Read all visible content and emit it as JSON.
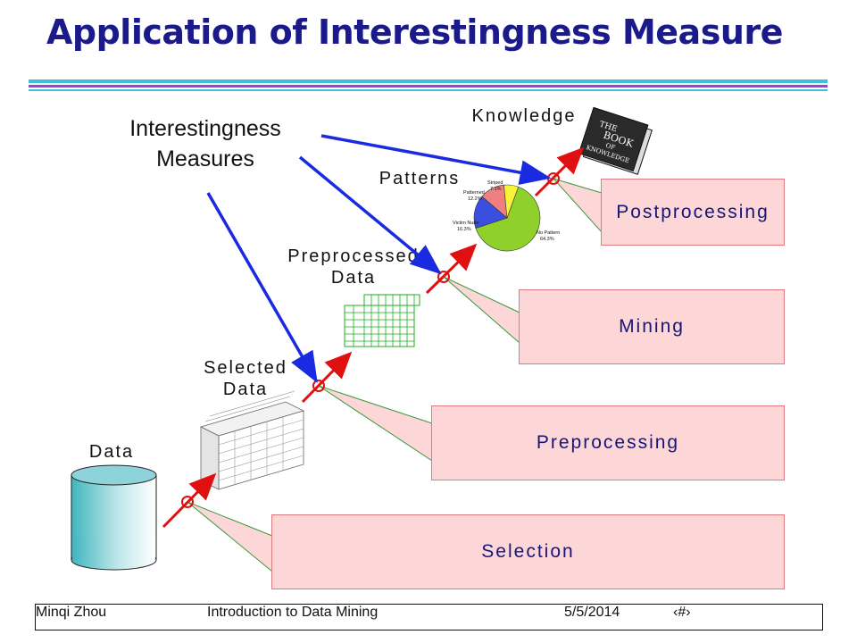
{
  "slide": {
    "title": "Application of Interestingness Measure",
    "measures_label_line1": "Interestingness",
    "measures_label_line2": "Measures"
  },
  "stages": {
    "knowledge_label": "Knowledge",
    "patterns_label": "Patterns",
    "preprocessed_label": "Preprocessed\nData",
    "selected_label": "Selected\nData",
    "data_label": "Data"
  },
  "steps": [
    {
      "label": "Postprocessing"
    },
    {
      "label": "Mining"
    },
    {
      "label": "Preprocessing"
    },
    {
      "label": "Selection"
    }
  ],
  "book": {
    "text_the": "THE",
    "text_book": "BOOK",
    "text_of": "OF",
    "text_knowledge": "KNOWLEDGE"
  },
  "pie": {
    "slices": [
      {
        "label": "No Pattern",
        "value": 64.3,
        "color": "#8fd12a"
      },
      {
        "label": "Victim Nude",
        "value": 16.3,
        "color": "#3a4fe0"
      },
      {
        "label": "Patterned",
        "value": 12.2,
        "color": "#f08080"
      },
      {
        "label": "Striped",
        "value": 7.1,
        "color": "#f7f23a"
      }
    ],
    "text": {
      "no_pattern": "No Pattern",
      "no_pattern_pct": "64.3%",
      "victim": "Victim Nude",
      "victim_pct": "16.3%",
      "patterned": "Patterned",
      "patterned_pct": "12.2%",
      "striped": "Striped",
      "striped_pct": "7.1%"
    }
  },
  "colors": {
    "title": "#1a1a8a",
    "rule_cyan": "#3fc0d8",
    "rule_violet": "#a040d0",
    "box_fill": "#fdd6d8",
    "box_border": "#e07a80",
    "arrow_blue": "#1a2ae0",
    "arrow_red": "#e01010"
  },
  "footer": {
    "author": "Minqi Zhou",
    "course": "Introduction to Data Mining",
    "date": "5/5/2014",
    "page": "‹#›"
  }
}
